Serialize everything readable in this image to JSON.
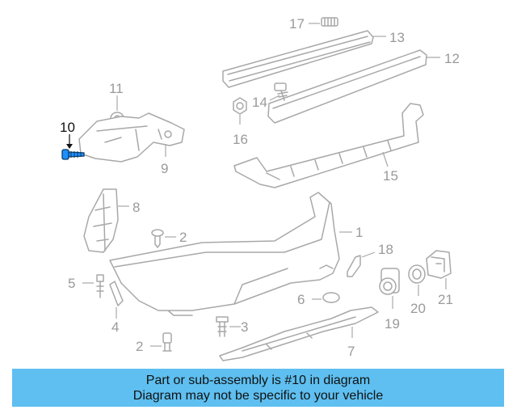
{
  "diagram": {
    "highlighted_part": "10",
    "callouts": {
      "c1": "1",
      "c2a": "2",
      "c2b": "2",
      "c3": "3",
      "c4": "4",
      "c5": "5",
      "c6": "6",
      "c7": "7",
      "c8": "8",
      "c9": "9",
      "c10": "10",
      "c11": "11",
      "c12": "12",
      "c13": "13",
      "c14": "14",
      "c15": "15",
      "c16": "16",
      "c17": "17",
      "c18": "18",
      "c19": "19",
      "c20": "20",
      "c21": "21"
    },
    "colors": {
      "highlight": "#1e90ff",
      "line": "#a8a8a8",
      "banner": "#5ebff0"
    }
  },
  "banner": {
    "line1": "Part or sub-assembly is #10 in diagram",
    "line2": "Diagram may not be specific to your vehicle"
  }
}
